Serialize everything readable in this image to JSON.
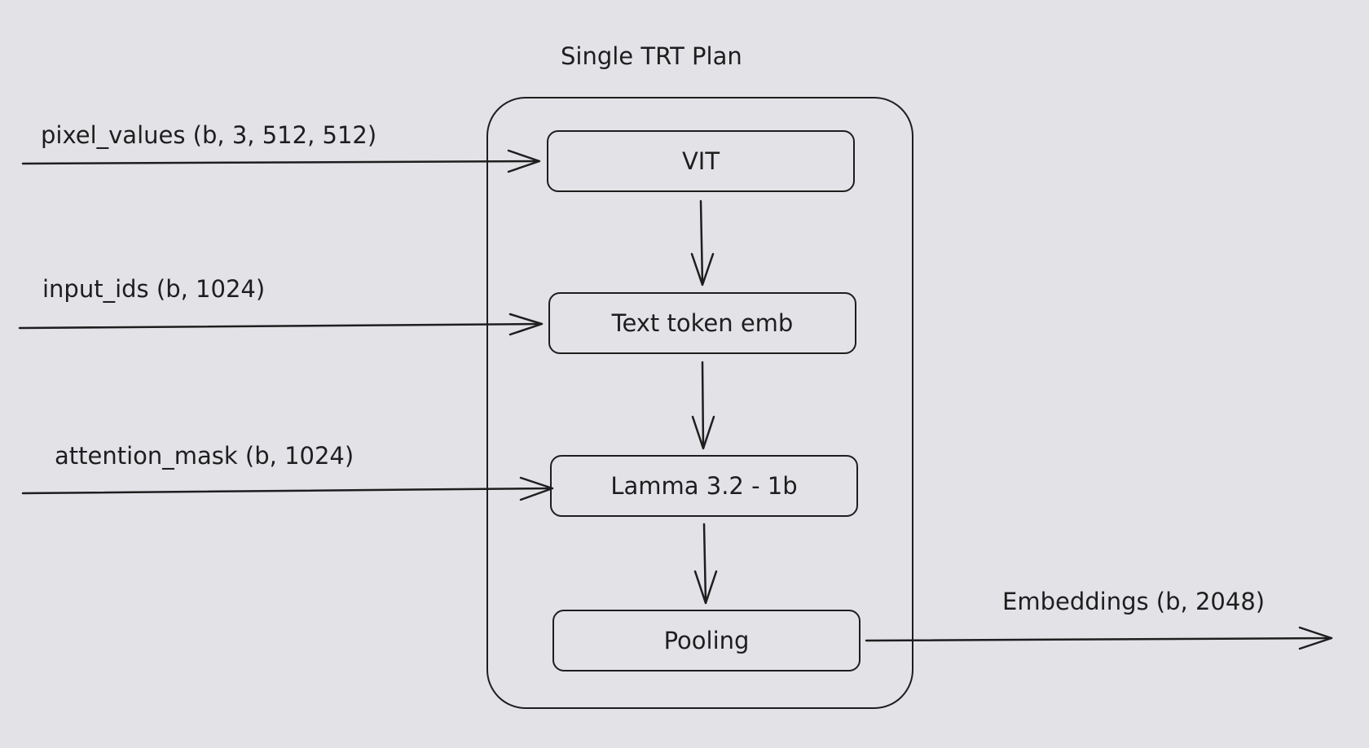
{
  "plan": {
    "title": "Single TRT Plan"
  },
  "inputs": {
    "pixel_values": "pixel_values (b, 3, 512, 512)",
    "input_ids": "input_ids (b, 1024)",
    "attention_mask": "attention_mask (b, 1024)"
  },
  "blocks": {
    "vit": "VIT",
    "text_token_emb": "Text token emb",
    "llama": "Lamma 3.2 - 1b",
    "pooling": "Pooling"
  },
  "output": {
    "embeddings": "Embeddings (b, 2048)"
  },
  "colors": {
    "background": "#e3e2e7",
    "stroke": "#1e1e1e"
  }
}
